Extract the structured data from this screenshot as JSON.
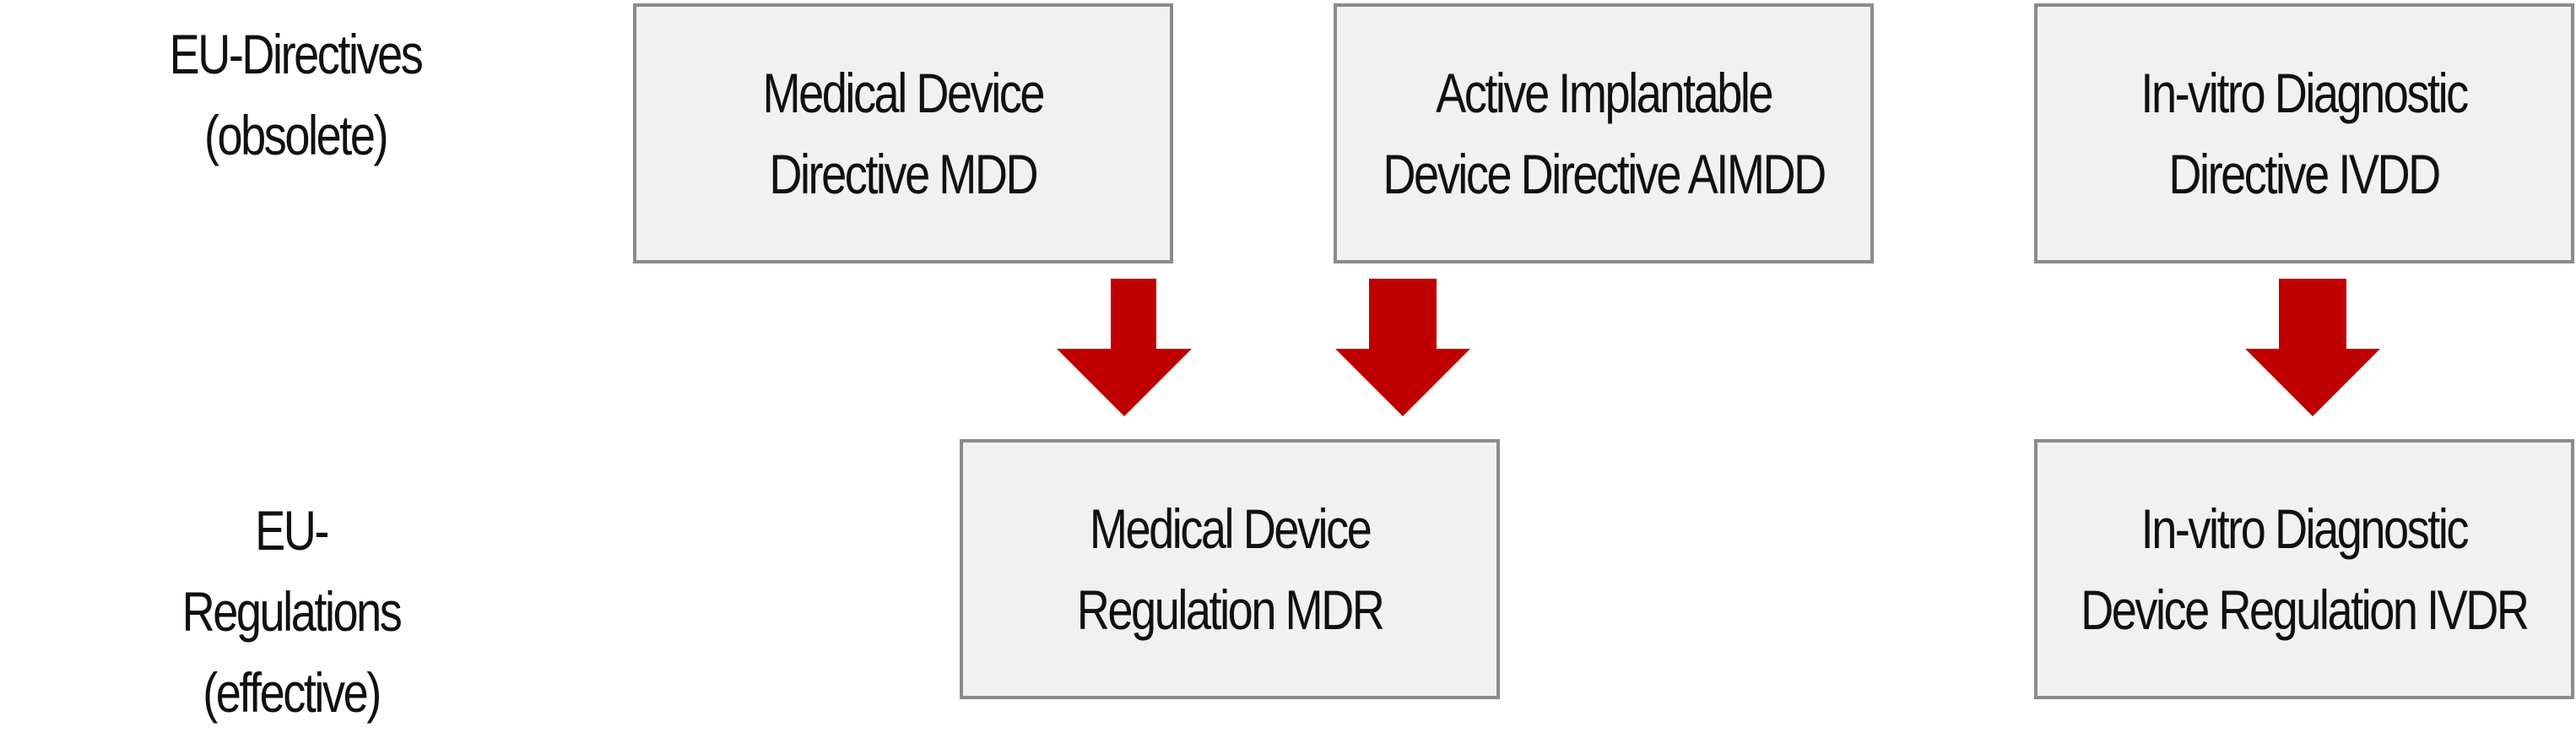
{
  "rows": {
    "directives": {
      "line1": "EU-Directives",
      "line2": "(obsolete)"
    },
    "regulations": {
      "line1": "EU-Regulations",
      "line2": "(effective)"
    }
  },
  "directives": {
    "mdd": {
      "line1": "Medical Device",
      "line2": "Directive MDD"
    },
    "aimdd": {
      "line1": "Active Implantable",
      "line2": "Device Directive AIMDD"
    },
    "ivdd": {
      "line1": "In-vitro Diagnostic",
      "line2": "Directive IVDD"
    }
  },
  "regulations": {
    "mdr": {
      "line1": "Medical Device",
      "line2": "Regulation MDR"
    },
    "ivdr": {
      "line1": "In-vitro Diagnostic",
      "line2": "Device Regulation IVDR"
    }
  },
  "colors": {
    "arrow": "#c00000",
    "box_fill": "#f1f1f1",
    "box_border": "#8b8b8b"
  }
}
